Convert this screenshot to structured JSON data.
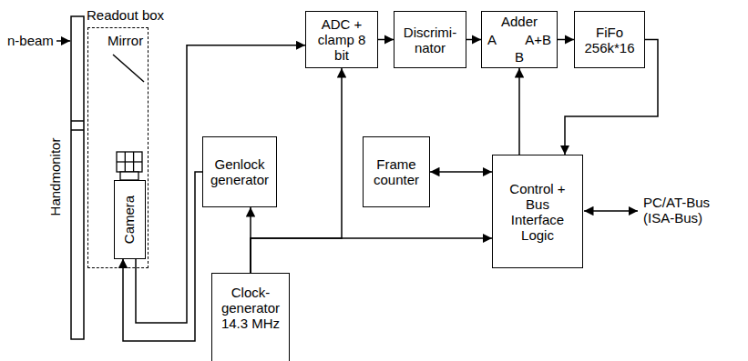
{
  "diagram": {
    "nodes": [
      {
        "text": [
          "Readout box"
        ]
      },
      {
        "text": [
          "Camera"
        ],
        "in": 0
      },
      {
        "text": [
          "ADC + clamp 8 bit"
        ]
      },
      {
        "text": [
          "Discrimi- nator"
        ]
      },
      {
        "text": [
          "Adder",
          "A",
          "A+B",
          "B"
        ]
      },
      {
        "text": [
          "FiFo 256k*16"
        ]
      },
      {
        "text": [
          "Genlock generator"
        ]
      },
      {
        "text": [
          "Frame counter"
        ]
      },
      {
        "text": [
          "Control + Bus Interface Logic"
        ]
      },
      {
        "text": [
          "Clock- generator 14.3 MHz"
        ]
      }
    ],
    "edges": [
      {
        "from": 1,
        "to": 2,
        "arrow": "to"
      },
      {
        "from": 6,
        "to": 1,
        "arrow": "to"
      },
      {
        "from": 2,
        "to": 3,
        "arrow": "to"
      },
      {
        "from": 3,
        "to": 4,
        "arrow": "to"
      },
      {
        "from": 4,
        "to": 5,
        "arrow": "to"
      },
      {
        "from": 5,
        "to": 8,
        "arrow": "to"
      },
      {
        "from": 8,
        "to": 4,
        "arrow": "to"
      },
      {
        "from": 7,
        "to": 8,
        "arrow": "both"
      },
      {
        "from": 9,
        "to": 6,
        "arrow": "to"
      },
      {
        "from": 9,
        "to": 2,
        "arrow": "to"
      },
      {
        "from": 9,
        "to": 8,
        "arrow": "to"
      }
    ],
    "labels": [
      "n-beam",
      "Handmonitor",
      "Mirror",
      "PC/AT-Bus (ISA-Bus)"
    ]
  }
}
